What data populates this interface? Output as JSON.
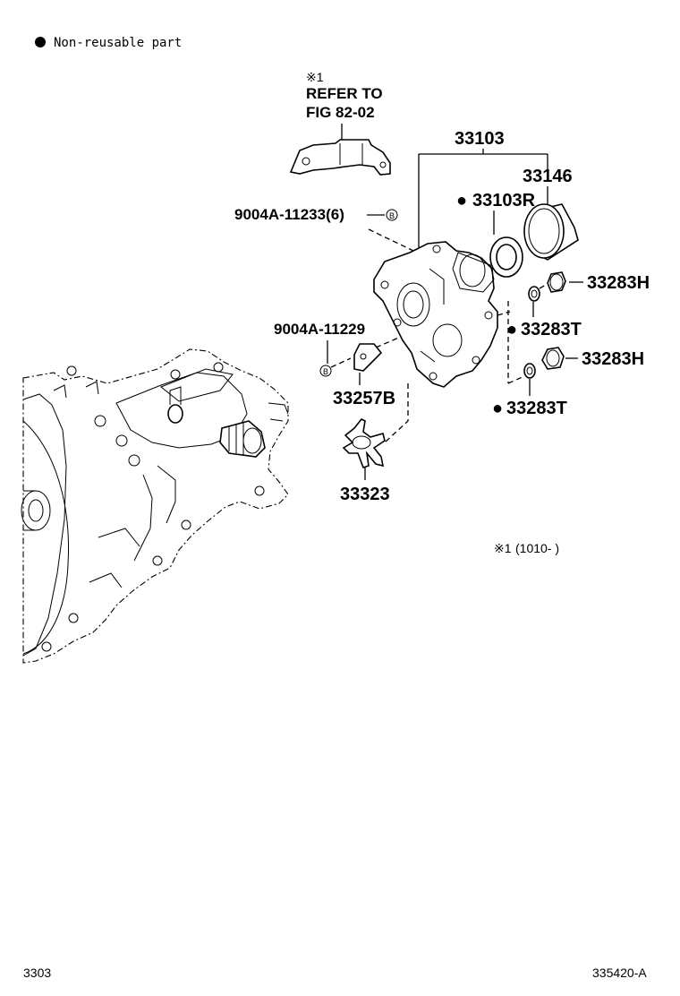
{
  "legend": {
    "symbol": "●",
    "text": "Non-reusable part"
  },
  "refer_note": {
    "mark": "※1",
    "line1": "REFER TO",
    "line2": "FIG 82-02"
  },
  "parts": {
    "p33103": "33103",
    "p33146": "33146",
    "p33103R": "33103R",
    "p9004A_11233": "9004A-11233(6)",
    "p33283H_a": "33283H",
    "p9004A_11229": "9004A-11229",
    "p33283T_a": "33283T",
    "p33283H_b": "33283H",
    "p33257B": "33257B",
    "p33283T_b": "33283T",
    "p33323": "33323"
  },
  "bullet": "●",
  "bolt_mark": "B",
  "footnote": {
    "mark": "※1",
    "text": "(1010-     )"
  },
  "footer": {
    "left": "3303",
    "right": "335420-A"
  }
}
